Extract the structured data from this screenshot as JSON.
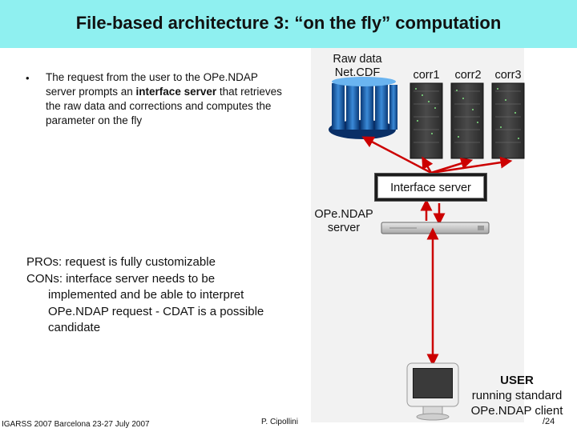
{
  "slide": {
    "title": "File-based architecture 3: “on the fly” computation"
  },
  "bullet": {
    "marker": "•",
    "text_before": "The request from the user to the OPe.NDAP server prompts an ",
    "bold1": "interface server",
    "text_after": " that retrieves the raw data and corrections and computes the parameter on the fly"
  },
  "diagram": {
    "raw_data_label_1": "Raw data",
    "raw_data_label_2": "Net.CDF",
    "corr_labels": [
      "corr1",
      "corr2",
      "corr3"
    ],
    "interface_server_label": "Interface server",
    "opendap_label_1": "OPe.NDAP",
    "opendap_label_2": "server",
    "arrow_color": "#cc0000",
    "user_label": "USER",
    "user_sub_1": "running standard",
    "user_sub_2": "OPe.NDAP client"
  },
  "pros_cons": {
    "pros": "PROs: request is fully customizable",
    "cons_1": "CONs: interface server needs to be",
    "cons_2": "implemented and be able to interpret",
    "cons_3": "OPe.NDAP request - CDAT is a possible",
    "cons_4": "candidate"
  },
  "footer": {
    "conference": "IGARSS 2007 Barcelona 23-27 July 2007",
    "author": "P. Cipollini",
    "page": "/24"
  }
}
